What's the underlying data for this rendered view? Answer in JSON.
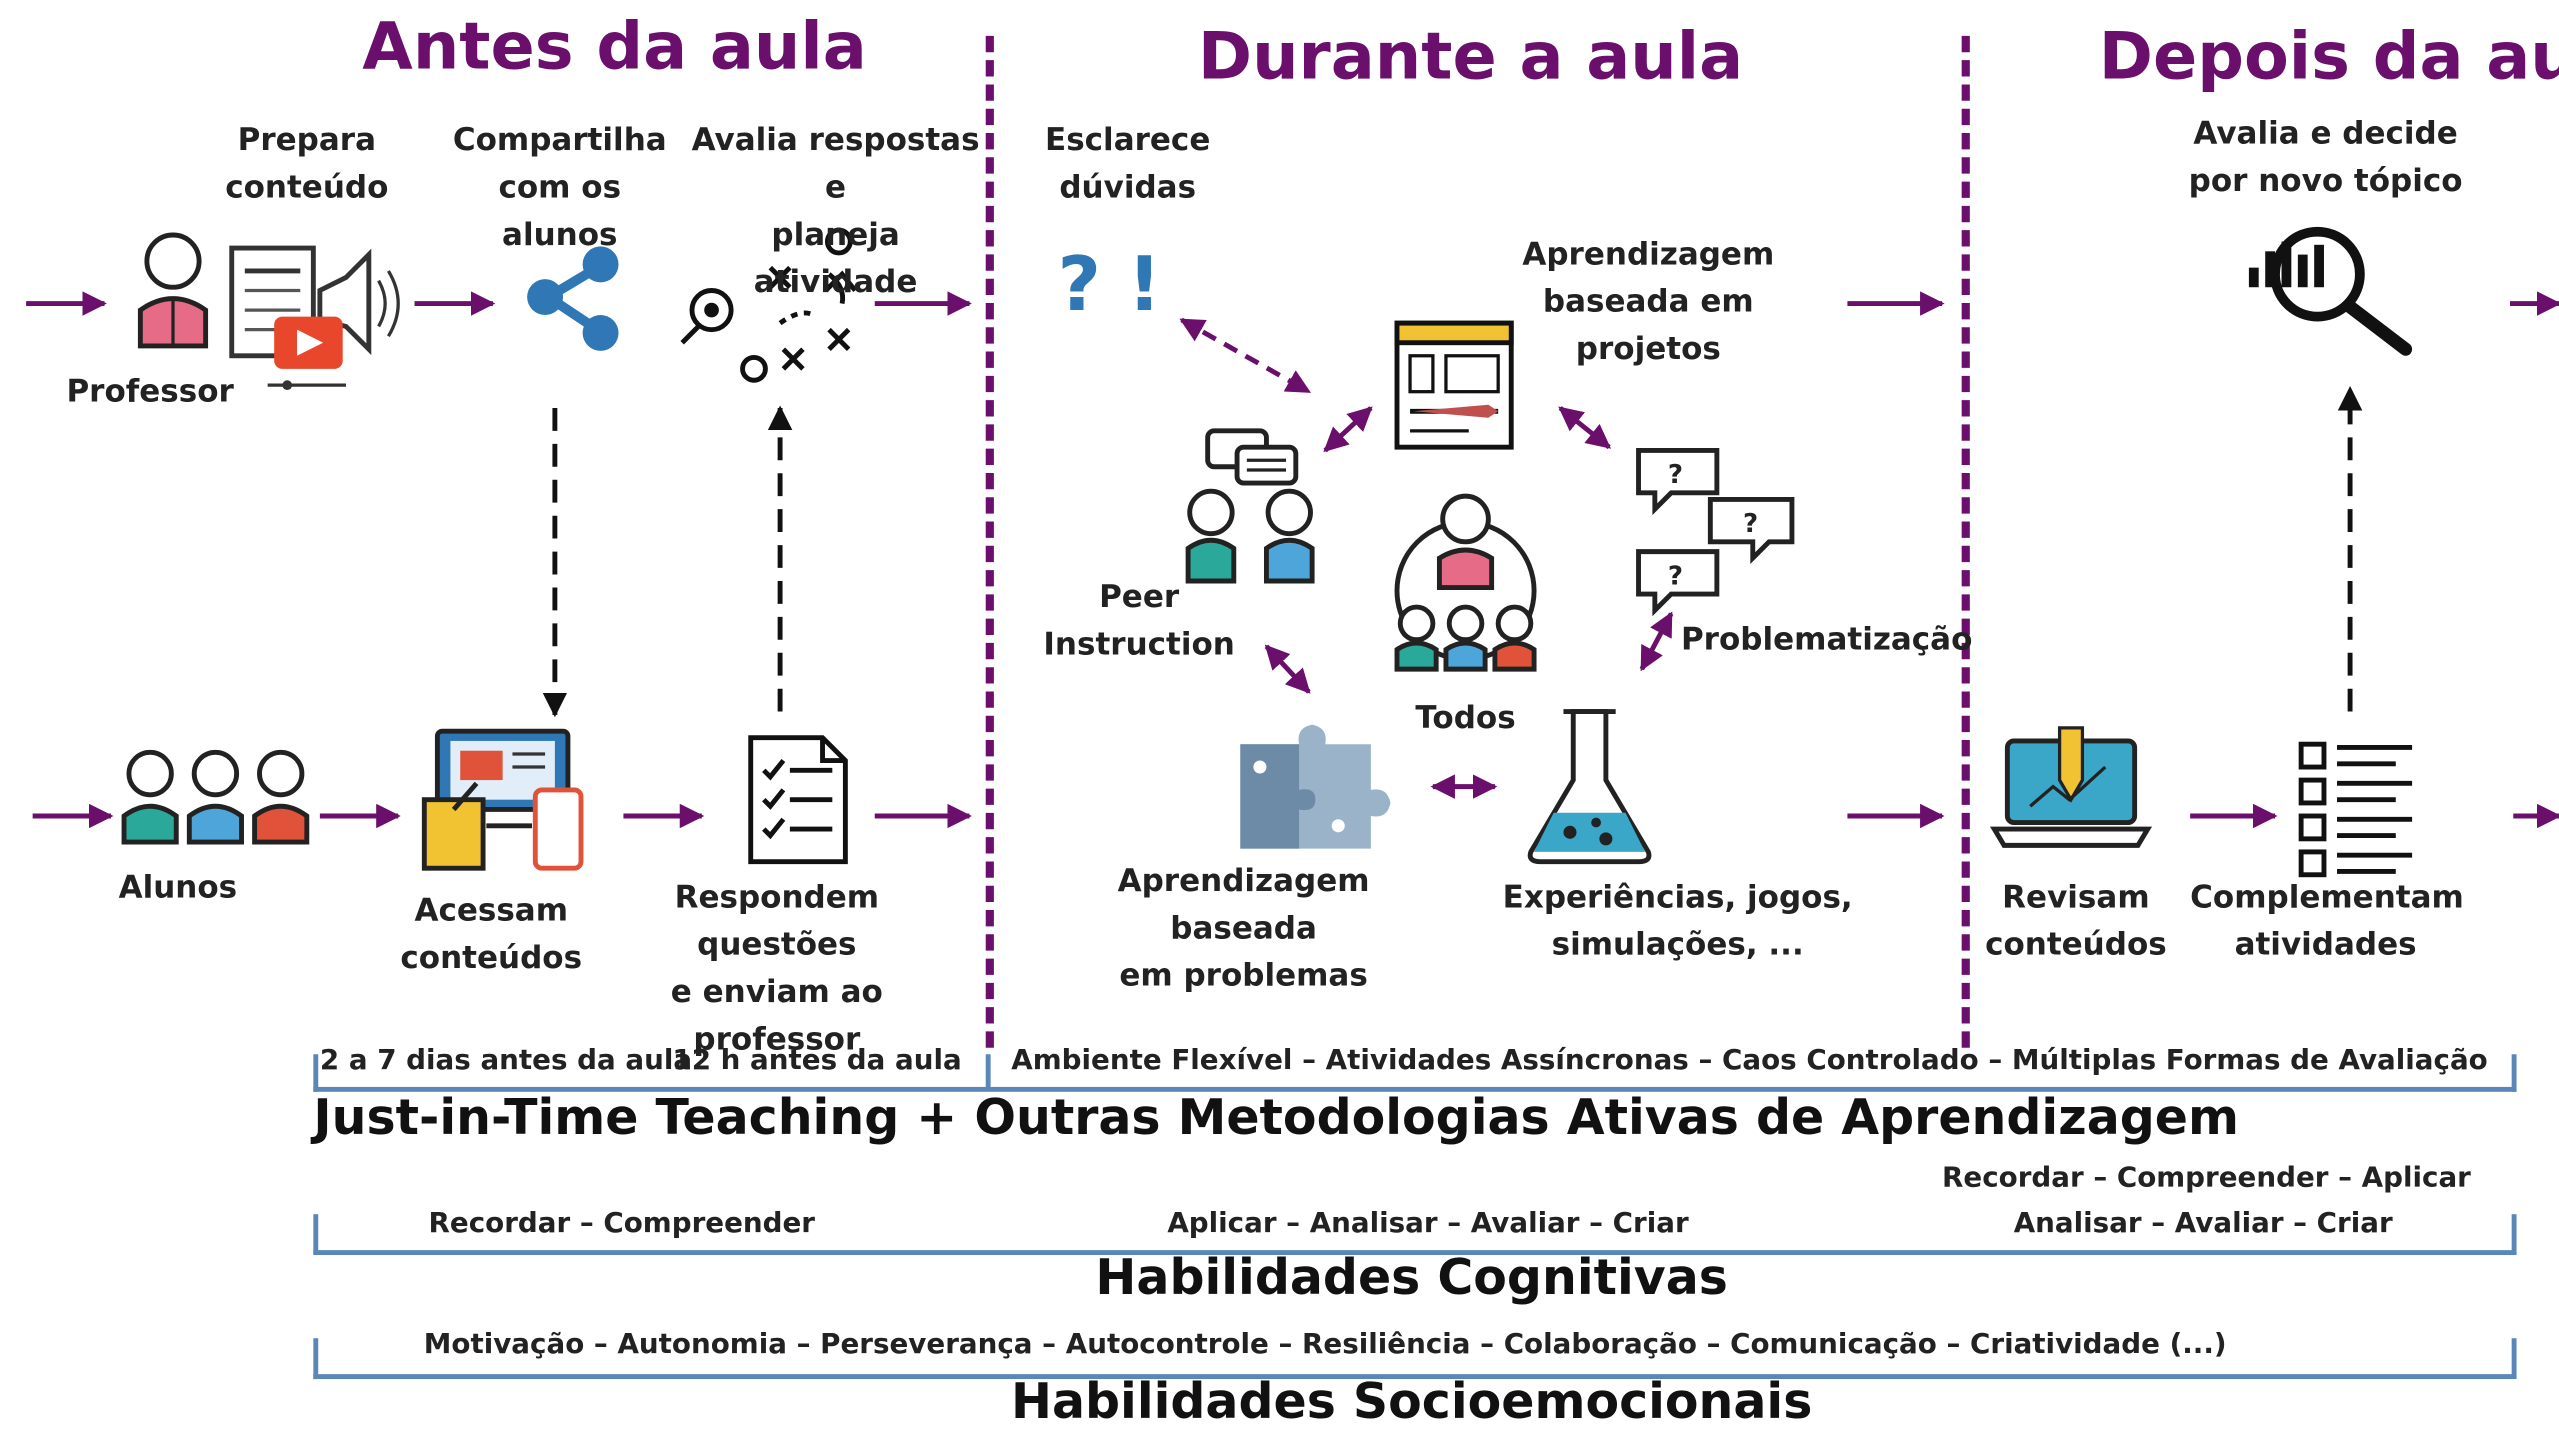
{
  "sections": {
    "before": "Antes da aula",
    "during": "Durante a aula",
    "after": "Depois da aula"
  },
  "before": {
    "prepara": "Prepara\nconteúdo",
    "compartilha": "Compartilha\ncom os alunos",
    "avalia": "Avalia respostas e\nplaneja atividade",
    "professor": "Professor",
    "alunos": "Alunos",
    "acessam": "Acessam\nconteúdos",
    "respondem": "Respondem questões\ne enviam ao\nprofessor"
  },
  "during": {
    "esclarece": "Esclarece\ndúvidas",
    "qmarks": "? !",
    "projetos": "Aprendizagem\nbaseada em projetos",
    "peer": "Peer\nInstruction",
    "todos": "Todos",
    "problematizacao": "Problematização",
    "problemas": "Aprendizagem baseada\nem problemas",
    "experiencias": "Experiências, jogos,\nsimulações, ..."
  },
  "after": {
    "avalia_decide": "Avalia e decide\npor novo tópico",
    "revisam": "Revisam\nconteúdos",
    "complementam": "Complementam\natividades"
  },
  "timeline": {
    "t1": "2 a 7 dias antes da aula",
    "t2": "12 h antes da aula",
    "features": "Ambiente Flexível  –  Atividades Assíncronas  –  Caos Controlado  –  Múltiplas Formas de Avaliação",
    "title": "Just-in-Time Teaching   +   Outras Metodologias Ativas de Aprendizagem"
  },
  "cognitive": {
    "before": "Recordar  –   Compreender",
    "during": "Aplicar  –   Analisar  –   Avaliar  –   Criar",
    "after_line1": "Recordar –  Compreender – Aplicar",
    "after_line2": "Analisar – Avaliar – Criar",
    "title": "Habilidades Cognitivas"
  },
  "socio": {
    "list": "Motivação  –  Autonomia –  Perseverança –  Autocontrole –  Resiliência –  Colaboração  –  Comunicação  –  Criatividade   (...)",
    "title": "Habilidades Socioemocionais"
  },
  "colors": {
    "purple": "#6a0f6b",
    "bracket_blue": "#5b86b8",
    "icon_blue": "#2f78b5",
    "teal": "#2aa89a",
    "red": "#e0533a"
  }
}
